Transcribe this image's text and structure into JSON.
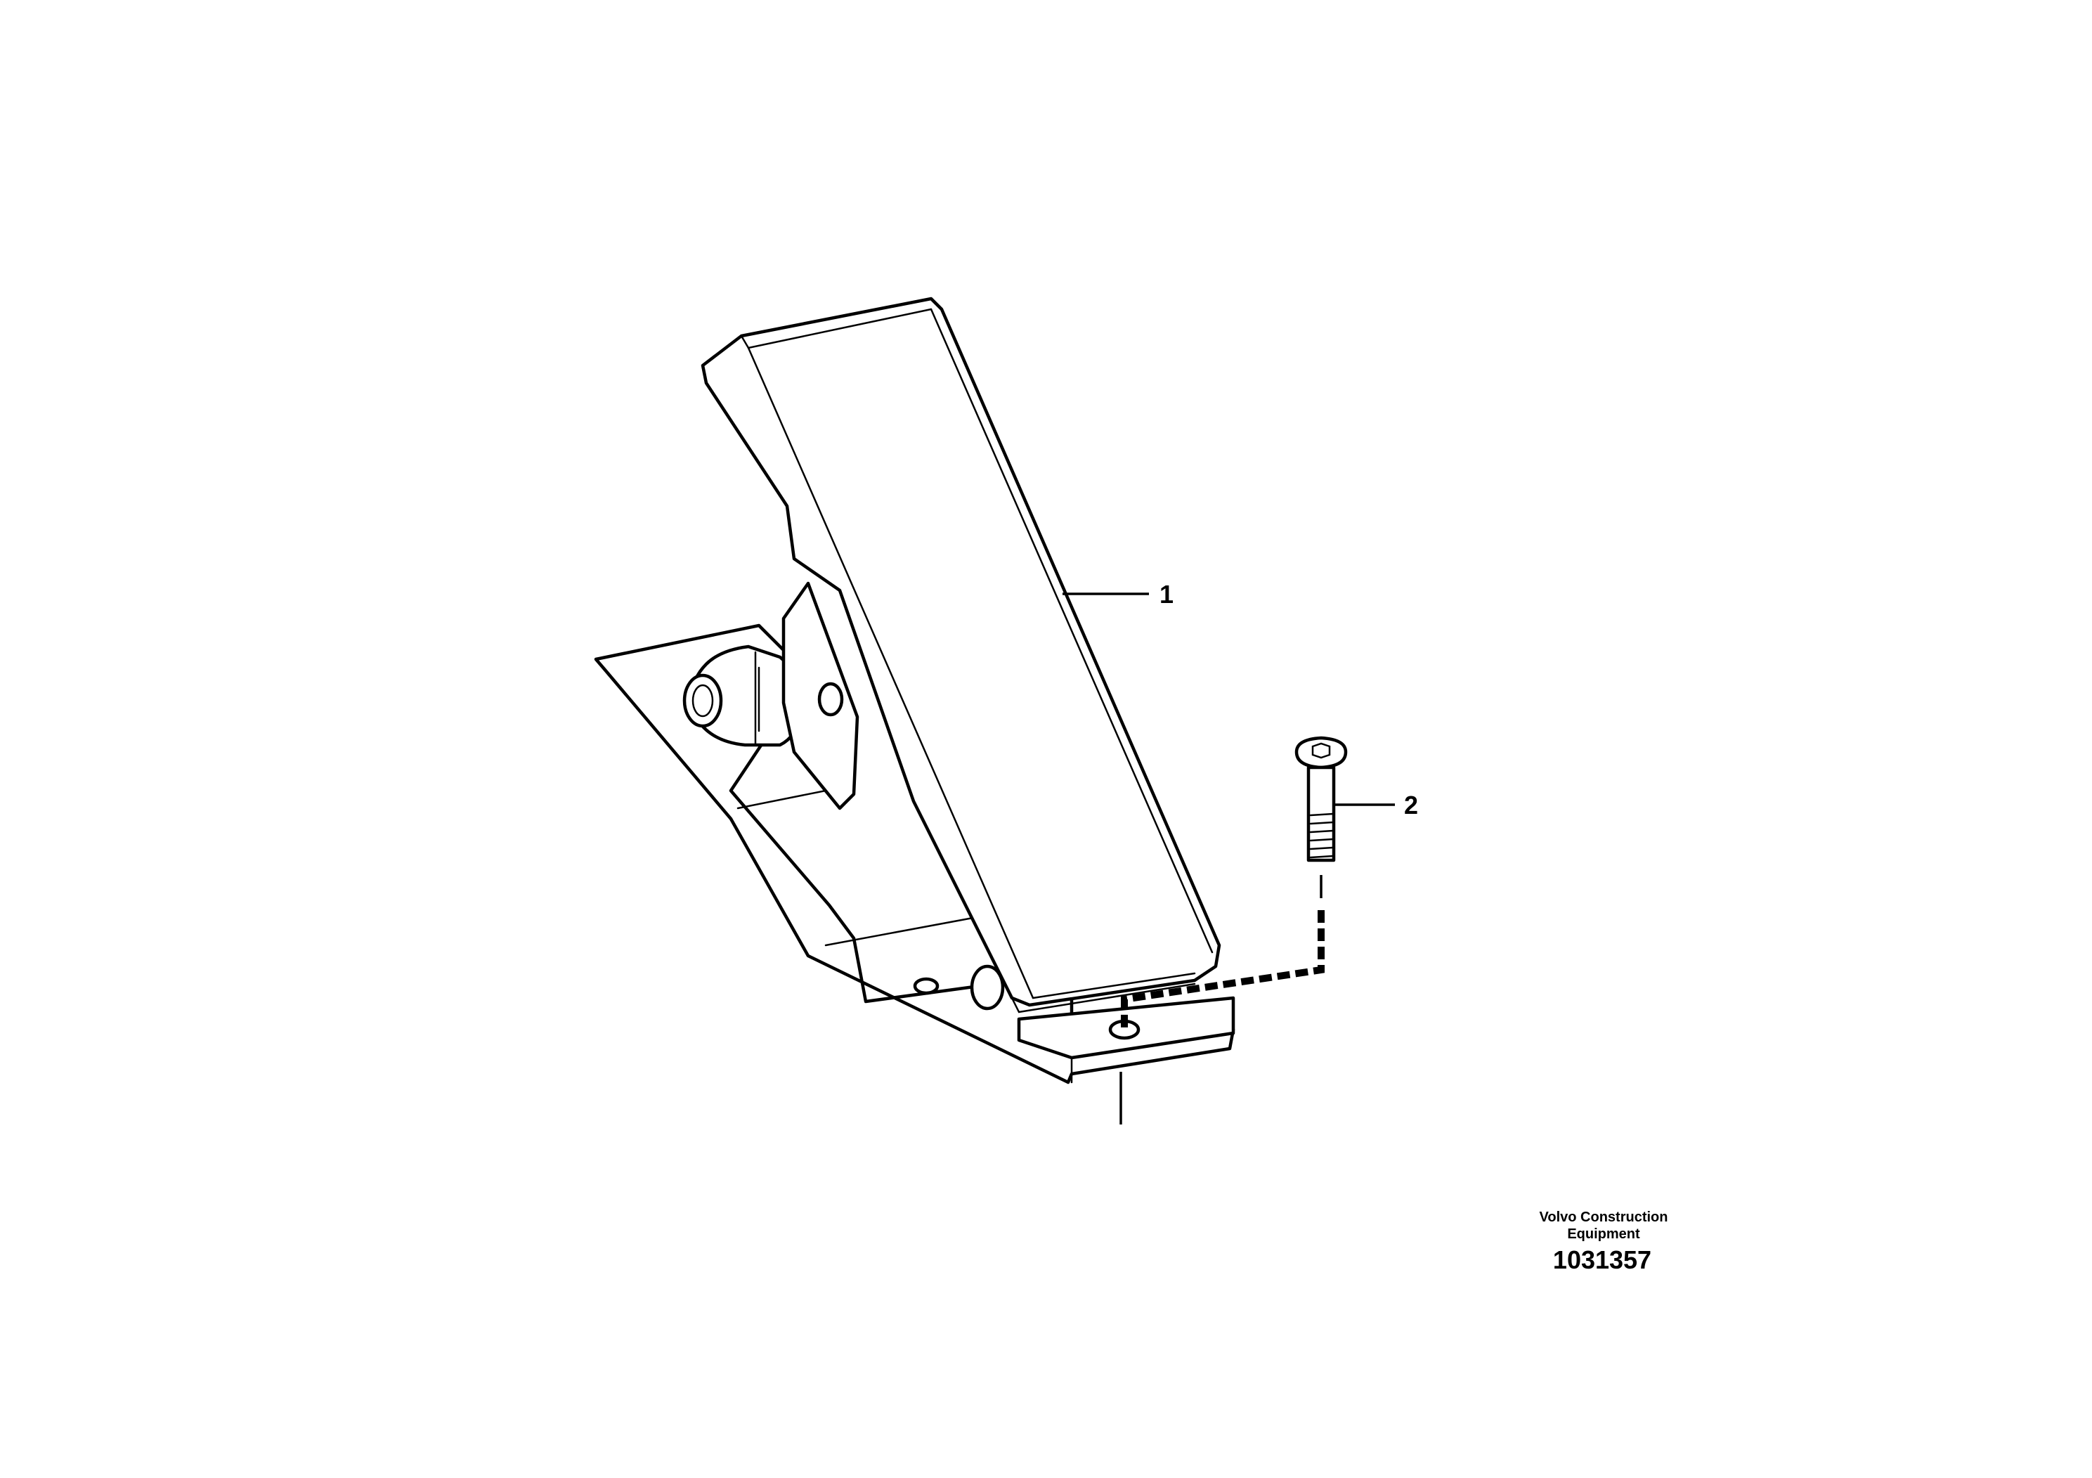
{
  "callouts": [
    {
      "label": "1"
    },
    {
      "label": "2"
    }
  ],
  "caption": {
    "company_line1": "Volvo Construction",
    "company_line2": "Equipment",
    "drawing_number": "1031357"
  }
}
